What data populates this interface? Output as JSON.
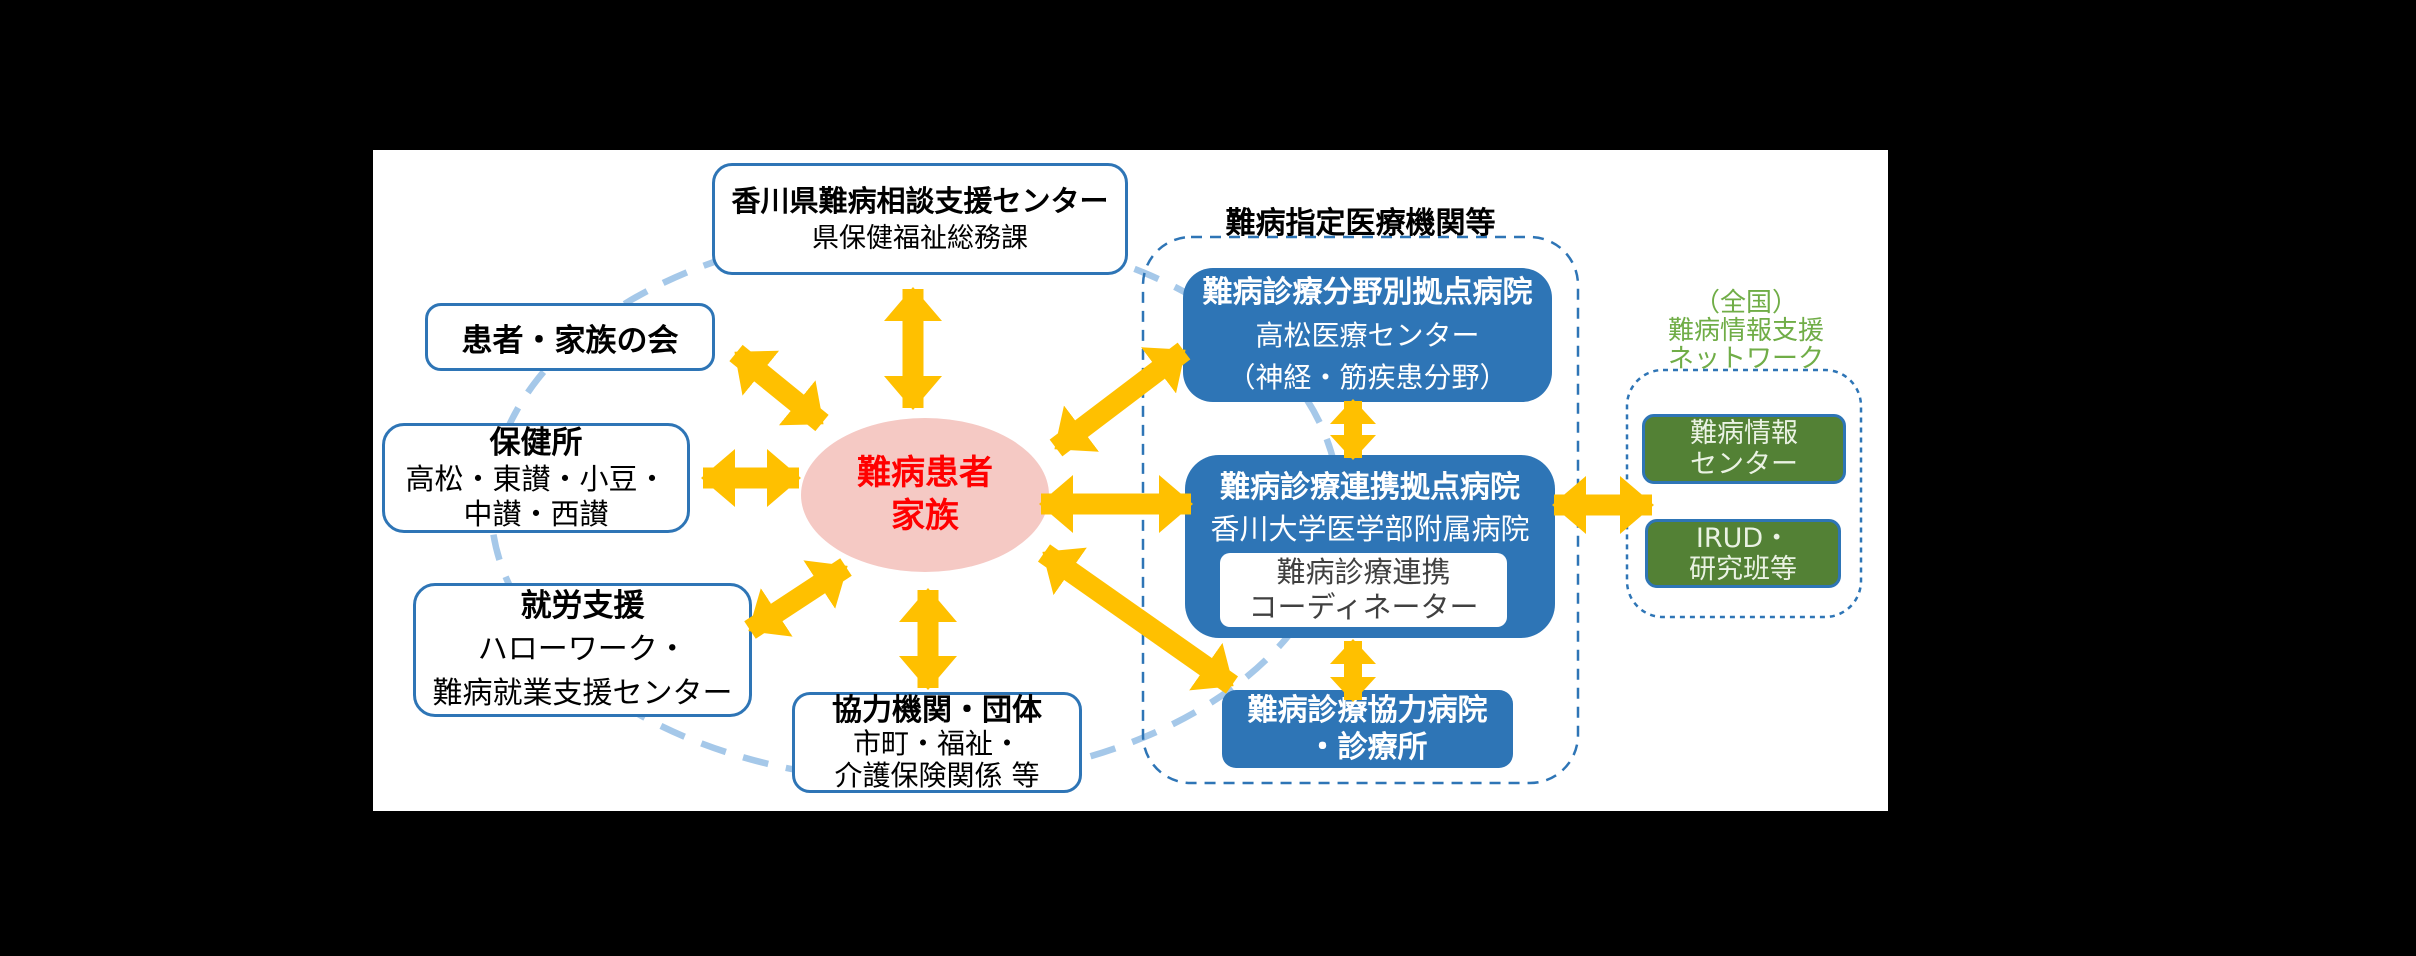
{
  "colors": {
    "background": "#000000",
    "canvas": "#FFFFFF",
    "accent_blue": "#2E75B6",
    "arrow_gold": "#FFC000",
    "center_ellipse_fill": "#F5C9C4",
    "center_text_red": "#FF0000",
    "green_box_fill": "#538135",
    "green_label_text": "#70AD47",
    "dashed_circle_blue": "#A5C8E9"
  },
  "center": {
    "line1": "難病患者",
    "line2": "家族"
  },
  "nodes": {
    "support_center": {
      "title": "香川県難病相談支援センター",
      "subtitle": "県保健福祉総務課"
    },
    "patient_family_group": {
      "title": "患者・家族の会"
    },
    "health_center": {
      "title": "保健所",
      "line1": "高松・東讃・小豆・",
      "line2": "中讃・西讃"
    },
    "employment_support": {
      "title": "就労支援",
      "line1": "ハローワーク・",
      "line2": "難病就業支援センター"
    },
    "cooperating_orgs": {
      "title": "協力機関・団体",
      "line1": "市町・福祉・",
      "line2": "介護保険関係 等"
    },
    "field_base_hospital": {
      "title": "難病診療分野別拠点病院",
      "line1": "高松医療センター",
      "line2": "（神経・筋疾患分野）"
    },
    "core_hospital": {
      "title": "難病診療連携拠点病院",
      "line1": "香川大学医学部附属病院",
      "inner_line1": "難病診療連携",
      "inner_line2": "コーディネーター"
    },
    "cooperating_hospital": {
      "line1": "難病診療協力病院",
      "line2": "・診療所"
    },
    "info_center": {
      "line1": "難病情報",
      "line2": "センター"
    },
    "irud": {
      "line1": "IRUD・",
      "line2": "研究班等"
    }
  },
  "group_labels": {
    "designated_medical": "難病指定医療機関等",
    "national_network": {
      "line1": "（全国）",
      "line2": "難病情報支援",
      "line3": "ネットワーク"
    }
  },
  "edges": [
    {
      "from": "難病患者家族",
      "to": "香川県難病相談支援センター",
      "type": "double-arrow"
    },
    {
      "from": "難病患者家族",
      "to": "患者・家族の会",
      "type": "double-arrow"
    },
    {
      "from": "難病患者家族",
      "to": "保健所",
      "type": "double-arrow"
    },
    {
      "from": "難病患者家族",
      "to": "就労支援",
      "type": "double-arrow"
    },
    {
      "from": "難病患者家族",
      "to": "協力機関・団体",
      "type": "double-arrow"
    },
    {
      "from": "難病患者家族",
      "to": "難病診療分野別拠点病院",
      "type": "double-arrow"
    },
    {
      "from": "難病患者家族",
      "to": "難病診療連携拠点病院",
      "type": "double-arrow"
    },
    {
      "from": "難病患者家族",
      "to": "難病診療協力病院・診療所",
      "type": "double-arrow"
    },
    {
      "from": "難病診療分野別拠点病院",
      "to": "難病診療連携拠点病院",
      "type": "double-arrow"
    },
    {
      "from": "難病診療連携拠点病院",
      "to": "難病診療協力病院・診療所",
      "type": "double-arrow"
    },
    {
      "from": "難病診療連携拠点病院",
      "to": "（全国）難病情報支援ネットワーク",
      "type": "double-arrow"
    }
  ]
}
